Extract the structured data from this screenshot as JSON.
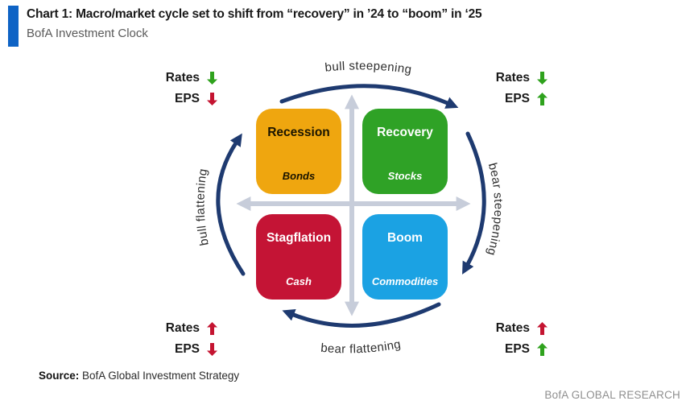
{
  "header": {
    "title": "Chart 1: Macro/market cycle set to shift from “recovery” in ’24 to “boom” in ‘25",
    "subtitle": "BofA Investment Clock"
  },
  "clock": {
    "quadrants": [
      {
        "name": "Recession",
        "asset": "Bonds",
        "color": "#efa60f",
        "text_color": "#1a1400"
      },
      {
        "name": "Recovery",
        "asset": "Stocks",
        "color": "#2fa226",
        "text_color": "#ffffff"
      },
      {
        "name": "Stagflation",
        "asset": "Cash",
        "color": "#c41435",
        "text_color": "#ffffff"
      },
      {
        "name": "Boom",
        "asset": "Commodities",
        "color": "#1ba2e3",
        "text_color": "#ffffff"
      }
    ],
    "transitions": {
      "top": "bull steepening",
      "right": "bear steepening",
      "bottom": "bear flattening",
      "left": "bull flattening"
    },
    "corners": {
      "top_left": {
        "rows": [
          {
            "label": "Rates",
            "direction": "down",
            "color": "#2fa21d"
          },
          {
            "label": "EPS",
            "direction": "down",
            "color": "#c41431"
          }
        ]
      },
      "top_right": {
        "rows": [
          {
            "label": "Rates",
            "direction": "down",
            "color": "#2fa21d"
          },
          {
            "label": "EPS",
            "direction": "up",
            "color": "#2fa21d"
          }
        ]
      },
      "bottom_left": {
        "rows": [
          {
            "label": "Rates",
            "direction": "up",
            "color": "#c41431"
          },
          {
            "label": "EPS",
            "direction": "down",
            "color": "#c41431"
          }
        ]
      },
      "bottom_right": {
        "rows": [
          {
            "label": "Rates",
            "direction": "up",
            "color": "#c41431"
          },
          {
            "label": "EPS",
            "direction": "up",
            "color": "#2fa21d"
          }
        ]
      }
    }
  },
  "footer": {
    "source_label": "Source:",
    "source_text": " BofA Global Investment Strategy",
    "brand": "BofA GLOBAL RESEARCH"
  },
  "colors": {
    "accent_bar": "#0e63c5",
    "axis": "#c7cdda",
    "cycle_arrow": "#1e3a70"
  }
}
